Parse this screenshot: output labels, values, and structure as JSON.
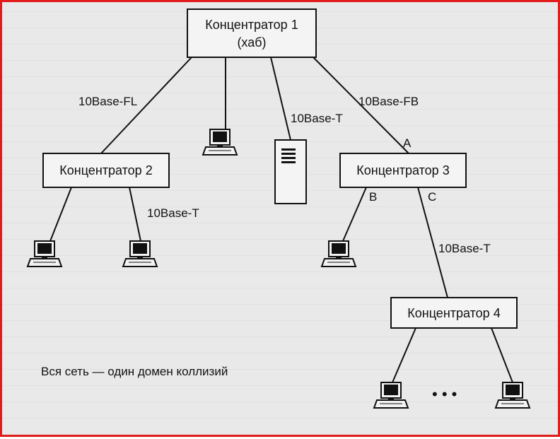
{
  "hubs": {
    "hub1": {
      "label": "Концентратор 1",
      "sublabel": "(хаб)"
    },
    "hub2": {
      "label": "Концентратор 2"
    },
    "hub3": {
      "label": "Концентратор 3"
    },
    "hub4": {
      "label": "Концентратор 4"
    }
  },
  "links": {
    "fl": "10Base-FL",
    "t_server": "10Base-T",
    "fb": "10Base-FB",
    "t_hub2": "10Base-T",
    "t_hub4": "10Base-T"
  },
  "ports": {
    "a": "A",
    "b": "B",
    "c": "C"
  },
  "ellipsis": "• • •",
  "caption": "Вся сеть — один домен коллизий",
  "colors": {
    "frame": "#e21b1b",
    "ink": "#111111",
    "paper": "#e9e9e9"
  }
}
